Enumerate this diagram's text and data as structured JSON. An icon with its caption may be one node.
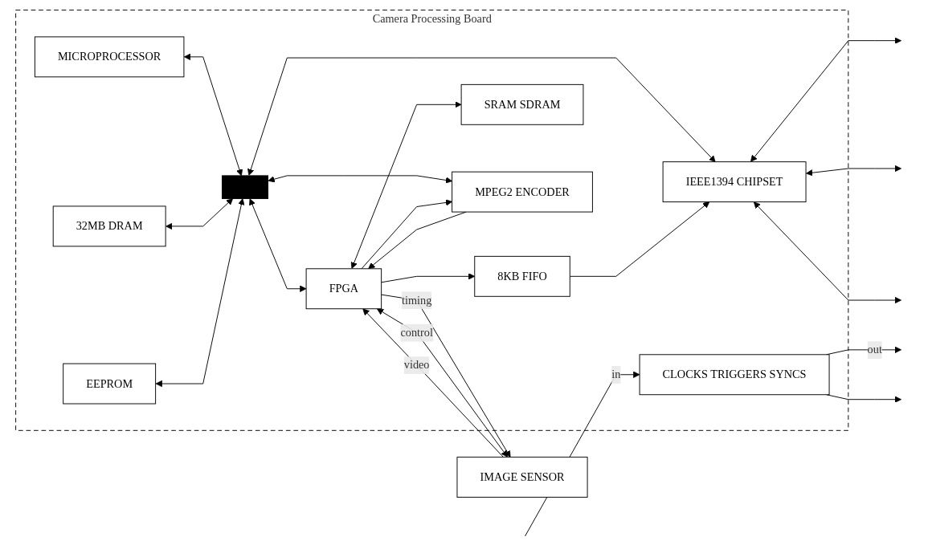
{
  "diagram": {
    "nodes": [
      {
        "text": [
          "Camera Processing Board"
        ]
      },
      {
        "text": [
          "MICROPROCESSOR"
        ],
        "in": 0
      },
      {
        "text": [
          "32MB DRAM"
        ],
        "in": 0
      },
      {
        "text": [
          "EEPROM"
        ],
        "in": 0
      },
      {
        "text": [],
        "shape": "bar",
        "in": 0
      },
      {
        "text": [
          "FPGA"
        ],
        "in": 0
      },
      {
        "text": [
          "8KB FIFO"
        ],
        "in": 0
      },
      {
        "text": [
          "IEEE1394 CHIPSET"
        ],
        "in": 0
      },
      {
        "text": [
          "IMAGE SENSOR"
        ]
      },
      {
        "text": [
          "CLOCKS TRIGGERS SYNCS"
        ],
        "in": 0
      },
      {
        "text": [
          "SRAM SDRAM"
        ],
        "in": 0
      },
      {
        "text": [
          "MPEG2 ENCODER"
        ],
        "in": 0
      }
    ],
    "edges": [
      {
        "from": 1,
        "to": 4,
        "arrow": "both"
      },
      {
        "from": 2,
        "to": 4,
        "arrow": "both"
      },
      {
        "from": 3,
        "to": 4,
        "arrow": "both"
      },
      {
        "from": 4,
        "to": 5,
        "arrow": "both"
      },
      {
        "from": 4,
        "to": 7,
        "arrow": "both"
      },
      {
        "from": 4,
        "to": 11,
        "arrow": "both"
      },
      {
        "from": 8,
        "to": 5,
        "label": "control",
        "arrow": "both"
      },
      {
        "from": 5,
        "to": 8,
        "label": "timing",
        "arrow": "to"
      },
      {
        "from": 8,
        "to": 5,
        "label": "video",
        "arrow": "to"
      },
      {
        "from": 5,
        "to": 6,
        "arrow": "to"
      },
      {
        "from": 6,
        "to": 7,
        "arrow": "to"
      },
      {
        "from": 7,
        "to": null,
        "arrow": "both"
      },
      {
        "from": 7,
        "to": null,
        "arrow": "both"
      },
      {
        "from": 7,
        "to": null,
        "arrow": "both"
      },
      {
        "from": 5,
        "to": 10,
        "arrow": "both"
      },
      {
        "from": 5,
        "to": 11,
        "arrow": "to"
      },
      {
        "from": 11,
        "to": 5,
        "arrow": "to"
      },
      {
        "from": null,
        "to": 9,
        "label": "in",
        "arrow": "to"
      },
      {
        "from": 9,
        "to": null,
        "label": "out",
        "arrow": "to"
      },
      {
        "from": 9,
        "to": null,
        "arrow": "to"
      }
    ]
  }
}
